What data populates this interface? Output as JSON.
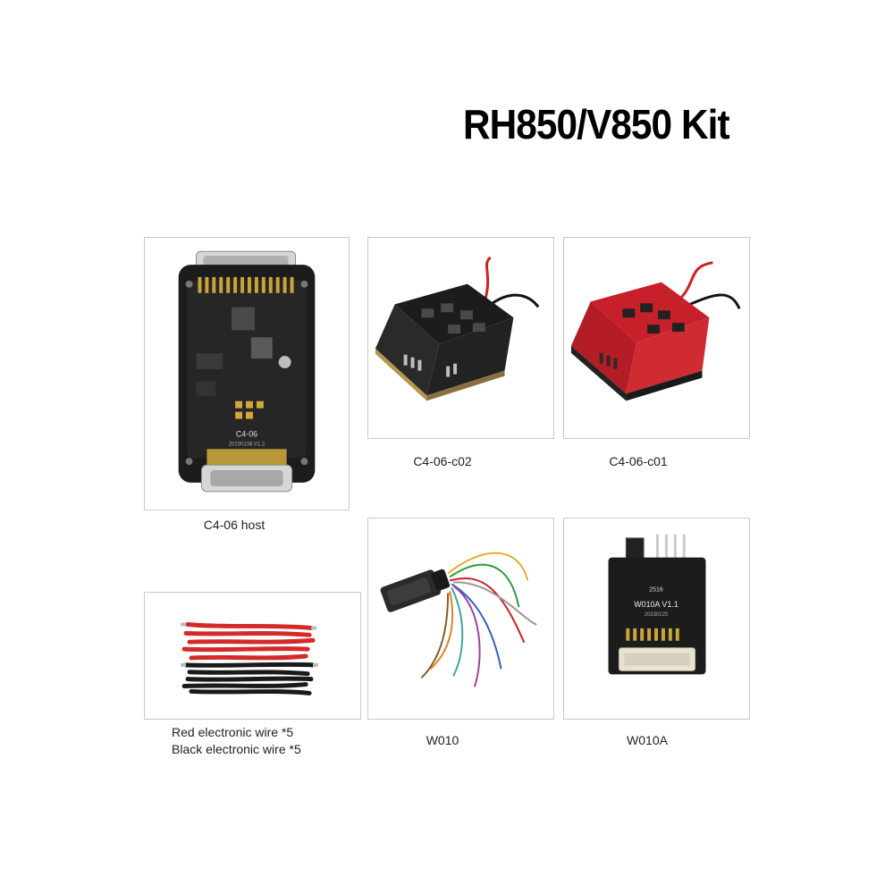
{
  "title": "RH850/V850 Kit",
  "items": [
    {
      "caption": "C4-06 host",
      "board_label": "C4-06",
      "board_sub": "20230108 V1.2"
    },
    {
      "caption": "C4-06-c02"
    },
    {
      "caption": "C4-06-c01"
    },
    {
      "caption_line1": "Red electronic wire *5",
      "caption_line2": "Black electronic wire *5"
    },
    {
      "caption": "W010"
    },
    {
      "caption": "W010A",
      "board_label": "W010A  V1.1",
      "board_num": "2516",
      "board_date": "20230225"
    }
  ],
  "colors": {
    "pcb_black": "#1c1c1c",
    "pcb_red": "#c8202a",
    "connector_silver": "#c8c8c8"
  }
}
